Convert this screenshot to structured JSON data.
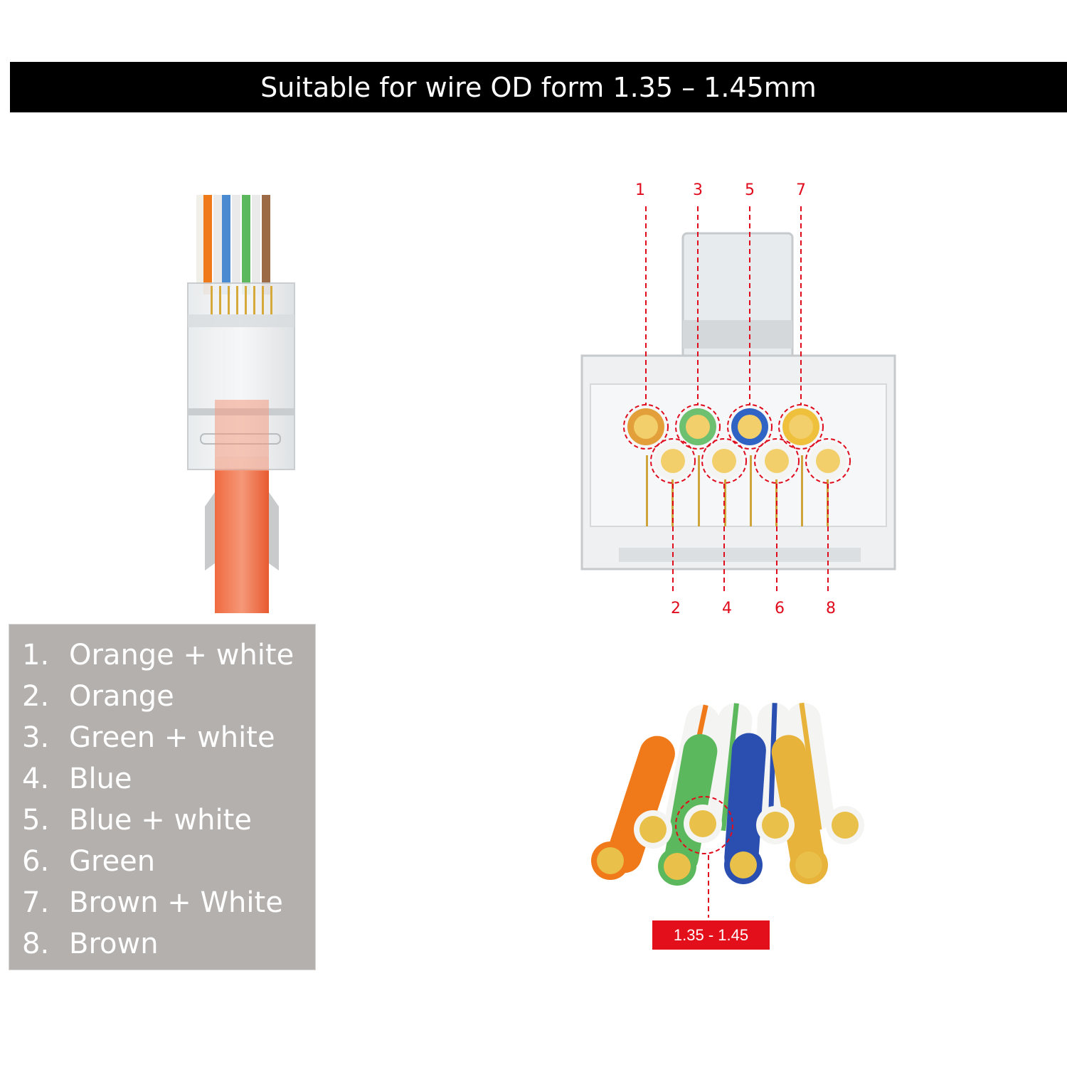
{
  "banner": {
    "text": "Suitable for wire OD form 1.35 – 1.45mm"
  },
  "pins": {
    "top": [
      "1",
      "3",
      "5",
      "7"
    ],
    "bottom": [
      "2",
      "4",
      "6",
      "8"
    ]
  },
  "legend": [
    {
      "num": "1.",
      "label": "Orange + white"
    },
    {
      "num": "2.",
      "label": "Orange"
    },
    {
      "num": "3.",
      "label": "Green + white"
    },
    {
      "num": "4.",
      "label": "Blue"
    },
    {
      "num": "5.",
      "label": "Blue + white"
    },
    {
      "num": "6.",
      "label": "Green"
    },
    {
      "num": "7.",
      "label": "Brown + White"
    },
    {
      "num": "8.",
      "label": "Brown"
    }
  ],
  "dimension": {
    "label": "1.35 - 1.45"
  },
  "colors": {
    "accent_red": "#e00b1c",
    "banner_bg": "#000000",
    "legend_bg": "#b3b0ae",
    "cable_orange": "#f0673c",
    "wire_orange": "#f07a1a",
    "wire_green": "#5cb85c",
    "wire_blue": "#2a4fb0",
    "wire_brown": "#e8b33a",
    "gold": "#e8c04a"
  }
}
